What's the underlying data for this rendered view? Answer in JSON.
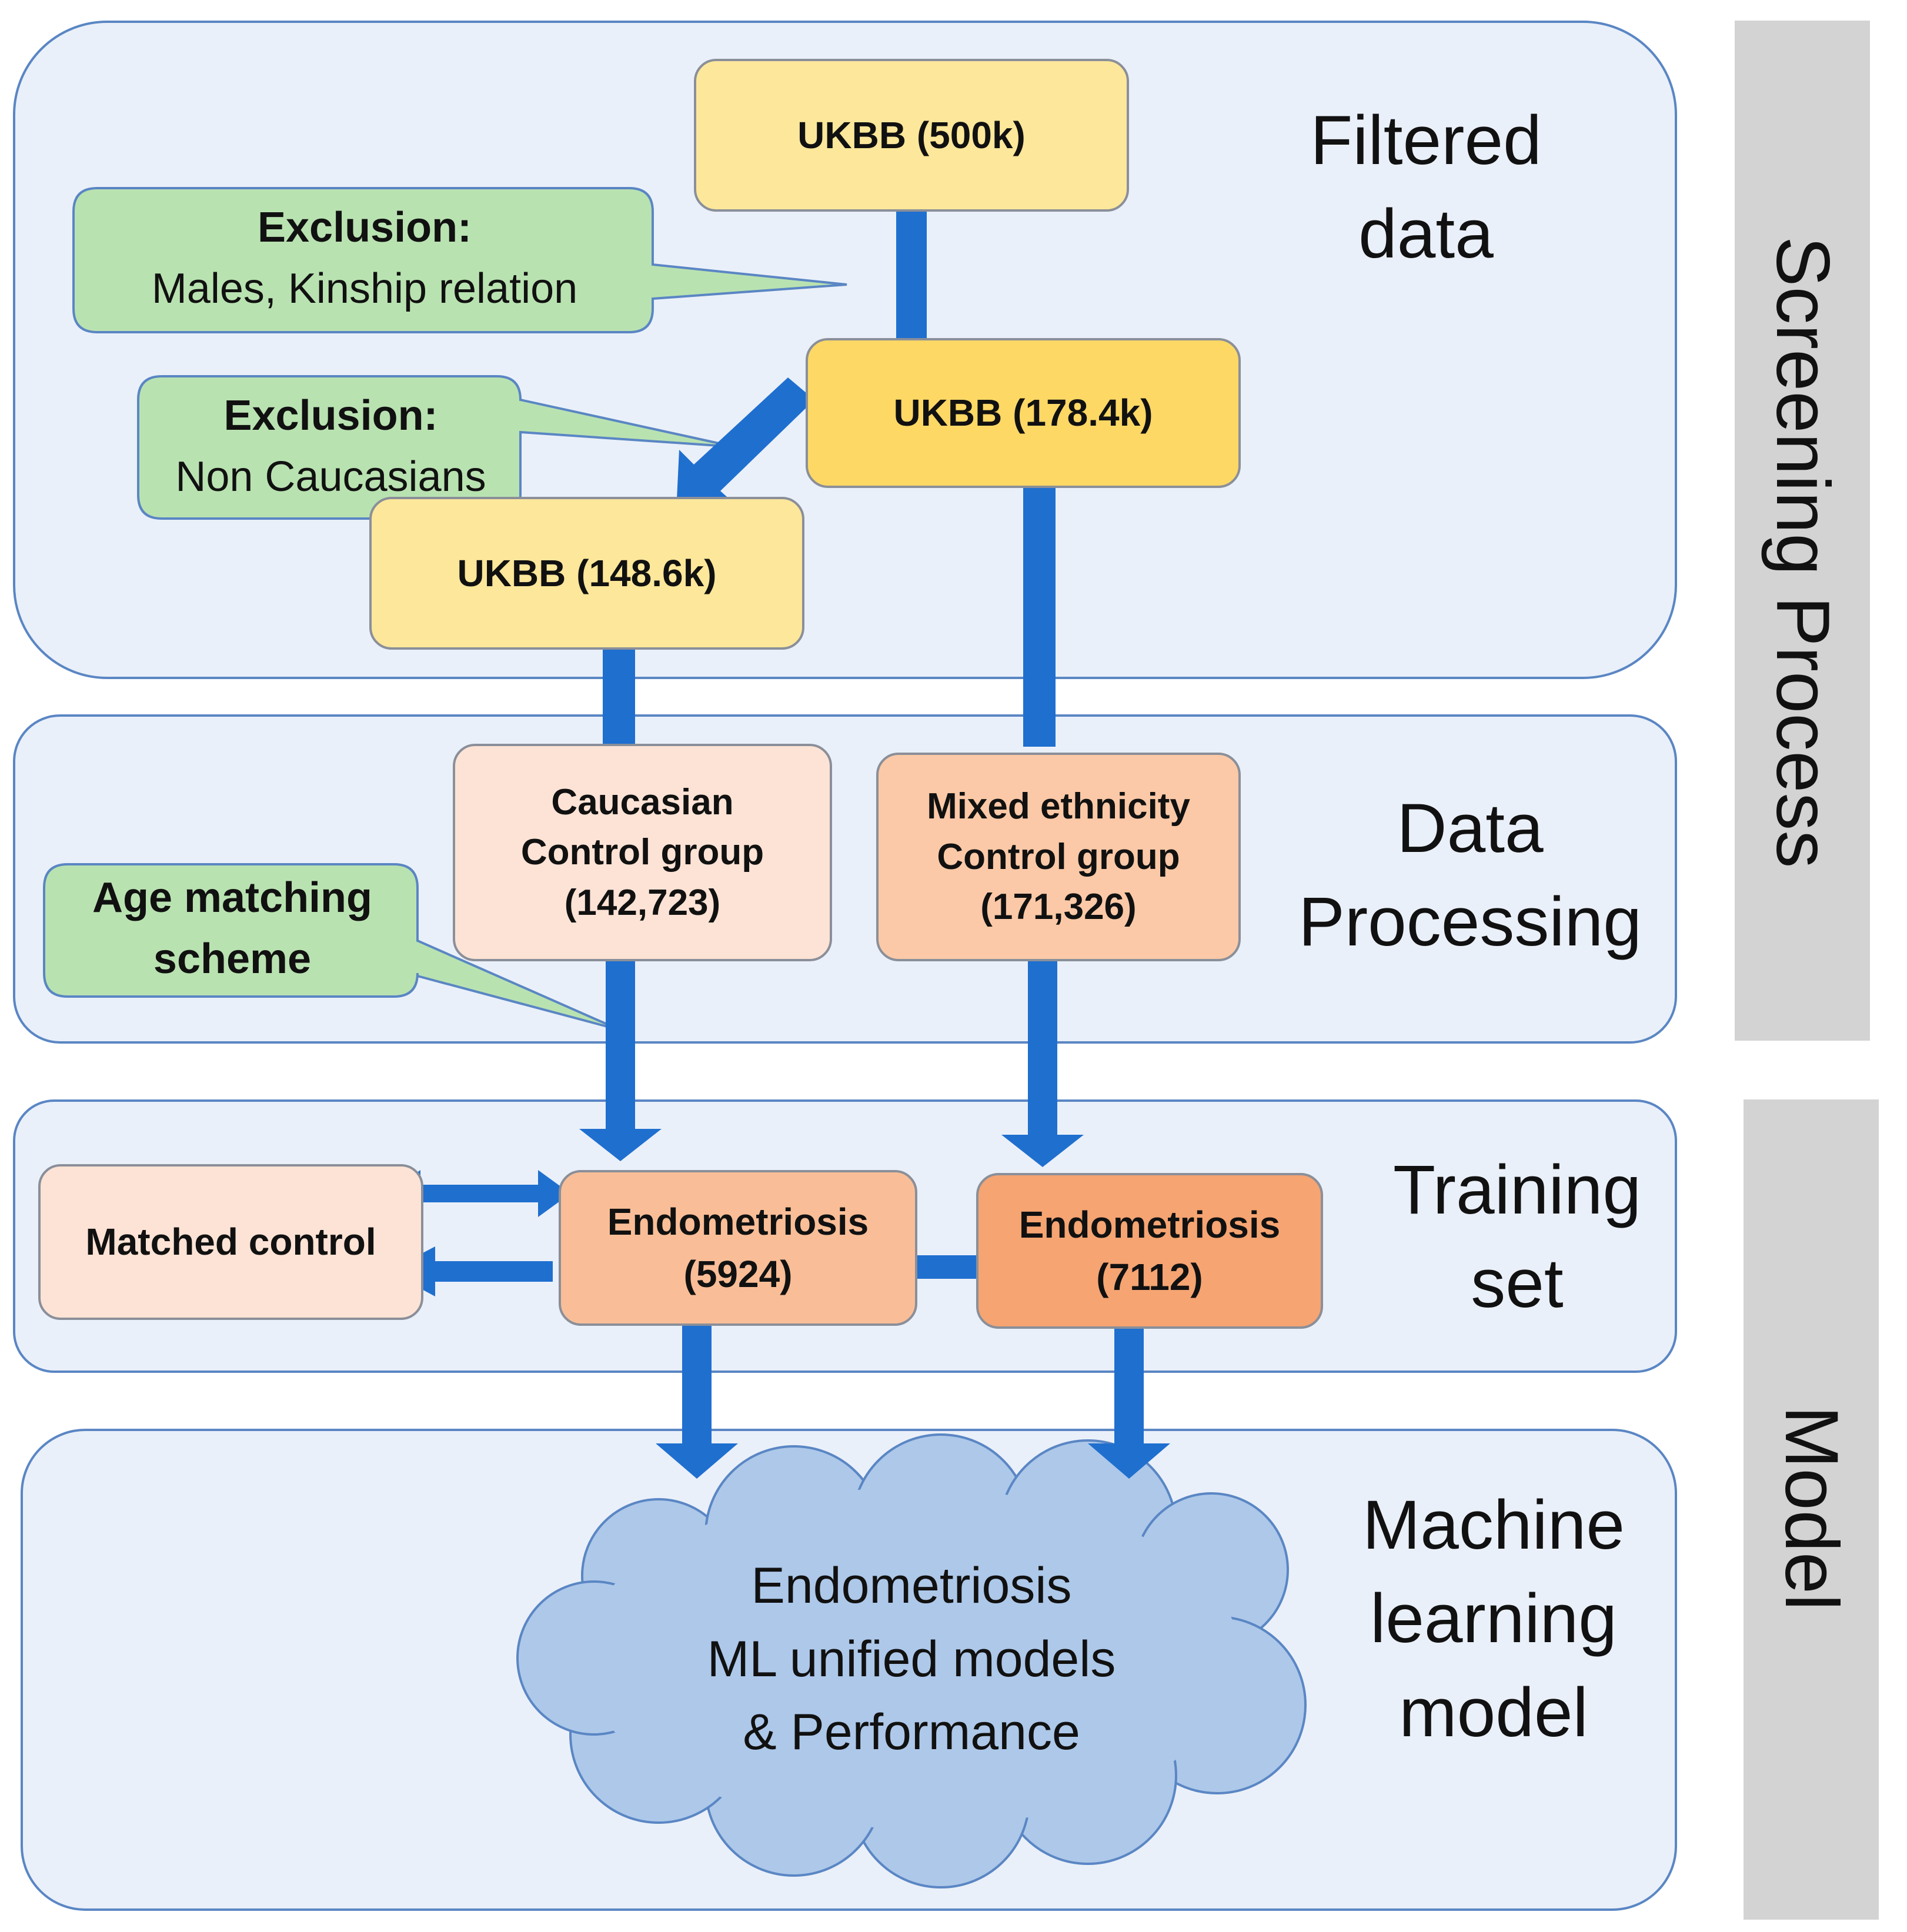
{
  "stages": {
    "filtered": "Filtered data",
    "processing": "Data Processing",
    "training": "Training set",
    "ml": "Machine learning model"
  },
  "sidebars": {
    "screening": "Screening Process",
    "model": "Model"
  },
  "nodes": {
    "ukbb_500k": "UKBB (500k)",
    "ukbb_178": "UKBB (178.4k)",
    "ukbb_148": "UKBB (148.6k)",
    "caucasian": [
      "Caucasian",
      "Control group",
      "(142,723)"
    ],
    "mixed": [
      "Mixed ethnicity",
      "Control group",
      "(171,326)"
    ],
    "matched": "Matched control",
    "endo_5924": [
      "Endometriosis",
      "(5924)"
    ],
    "endo_7112": [
      "Endometriosis",
      "(7112)"
    ],
    "cloud": [
      "Endometriosis",
      "ML unified models",
      "& Performance"
    ]
  },
  "callouts": {
    "exclusion_males": {
      "title": "Exclusion:",
      "text": "Males, Kinship relation"
    },
    "exclusion_noncauc": {
      "title": "Exclusion:",
      "text": "Non Caucasians"
    },
    "age_matching": [
      "Age matching",
      "scheme"
    ]
  },
  "colors": {
    "arrow": "#1f6fcf",
    "panel_fill": "#eaf0f9",
    "panel_border": "#5a86c4",
    "callout_fill": "#b9e2b1",
    "cloud_fill": "#adc8e9"
  }
}
